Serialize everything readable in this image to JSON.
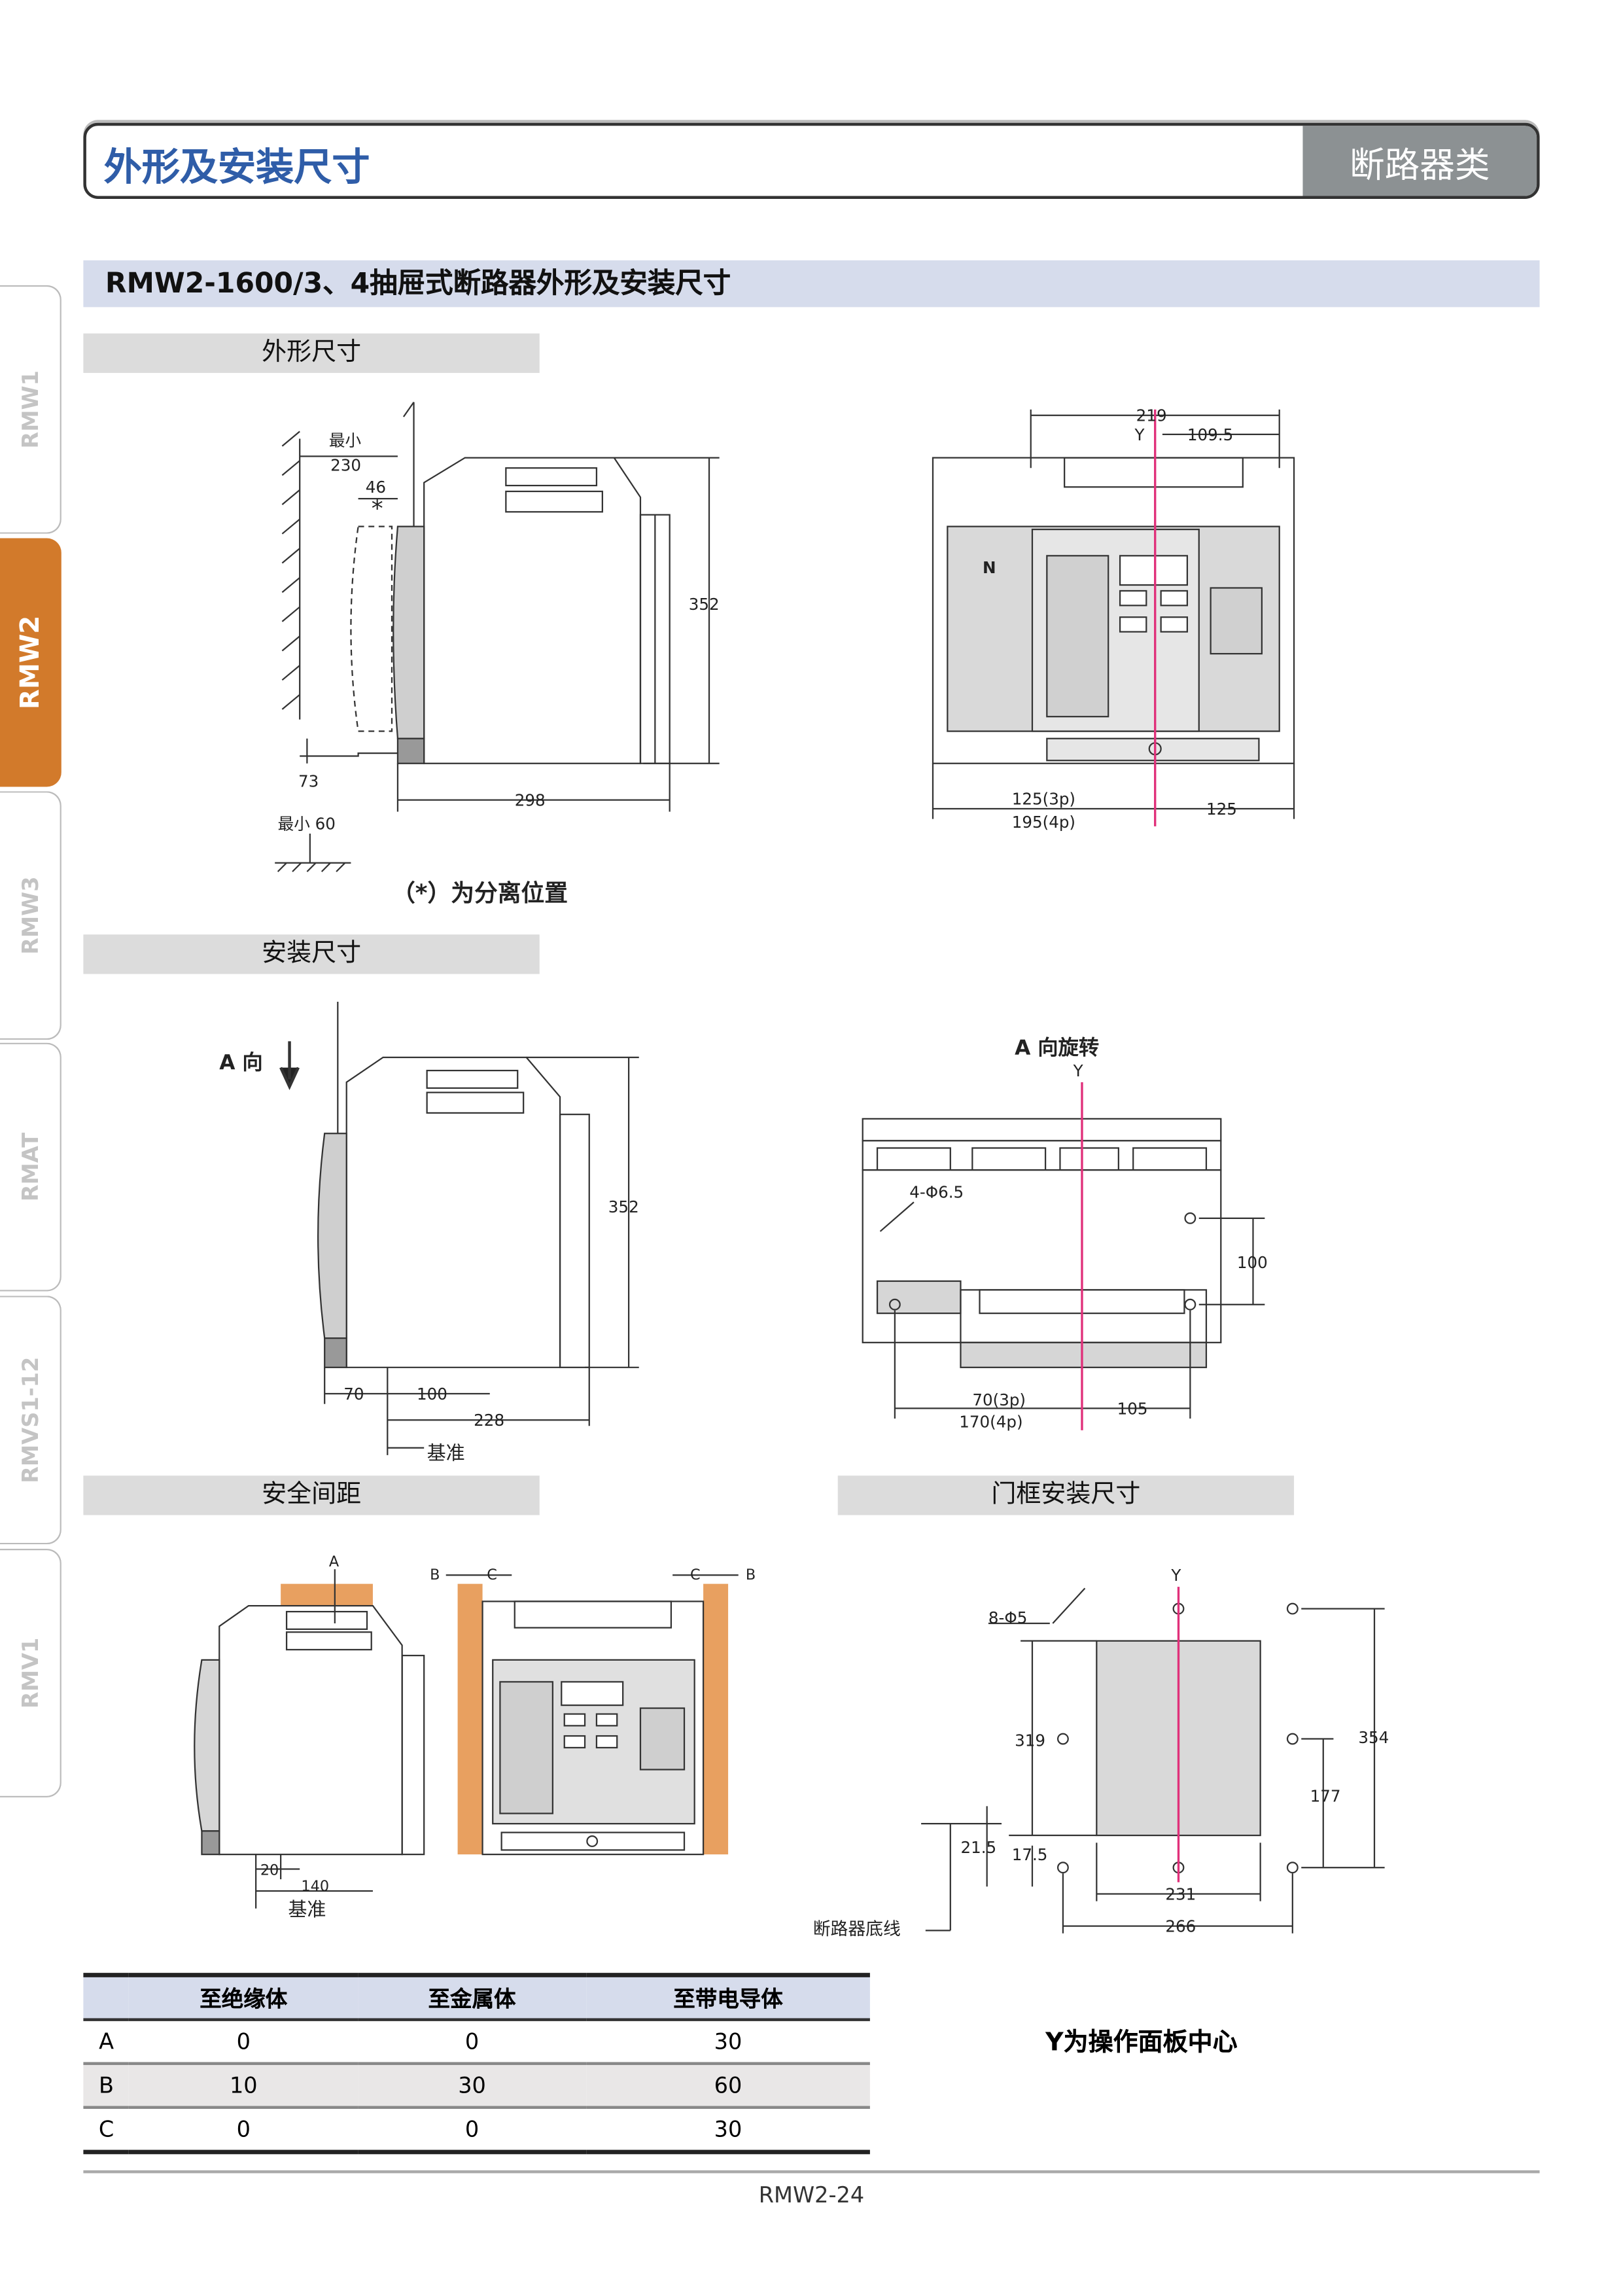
{
  "header": {
    "title": "外形及安装尺寸",
    "category": "断路器类"
  },
  "side_tabs": [
    {
      "label": "RMW1",
      "active": false
    },
    {
      "label": "RMW2",
      "active": true
    },
    {
      "label": "RMW3",
      "active": false
    },
    {
      "label": "RMAT",
      "active": false
    },
    {
      "label": "RMVS1-12",
      "active": false
    },
    {
      "label": "RMV1",
      "active": false
    }
  ],
  "section_title": "RMW2-1600/3、4抽屉式断路器外形及安装尺寸",
  "subheaders": {
    "outline": "外形尺寸",
    "install": "安装尺寸",
    "safety": "安全间距",
    "door": "门框安装尺寸"
  },
  "outline_side": {
    "min_label": "最小",
    "d230": "230",
    "d46": "46",
    "star": "*",
    "d352": "352",
    "d73": "73",
    "min60": "最小 60",
    "d298": "298",
    "note": "（*）为分离位置"
  },
  "outline_front": {
    "d219": "219",
    "y": "Y",
    "d109_5": "109.5",
    "n": "N",
    "d125_3p": "125(3p)",
    "d195_4p": "195(4p)",
    "d125": "125"
  },
  "install_side": {
    "a_dir": "A 向",
    "d352": "352",
    "d70": "70",
    "d100": "100",
    "d228": "228",
    "datum": "基准"
  },
  "install_rot": {
    "title": "A 向旋转",
    "y": "Y",
    "holes": "4-Φ6.5",
    "d100": "100",
    "d70_3p": "70(3p)",
    "d170_4p": "170(4p)",
    "d105": "105"
  },
  "safety": {
    "a": "A",
    "b": "B",
    "c": "C",
    "d20": "20",
    "d140": "140",
    "datum": "基准"
  },
  "door": {
    "y": "Y",
    "holes": "8-Φ5",
    "d319": "319",
    "d354": "354",
    "d177": "177",
    "d21_5": "21.5",
    "d17_5": "17.5",
    "d231": "231",
    "d266": "266",
    "base": "断路器底线"
  },
  "table": {
    "headers": [
      "",
      "至绝缘体",
      "至金属体",
      "至带电导体"
    ],
    "rows": [
      [
        "A",
        "0",
        "0",
        "30"
      ],
      [
        "B",
        "10",
        "30",
        "60"
      ],
      [
        "C",
        "0",
        "0",
        "30"
      ]
    ]
  },
  "y_note": "Y为操作面板中心",
  "page_number": "RMW2-24",
  "colors": {
    "title_blue": "#2f5da8",
    "tab_orange": "#d27a2b",
    "section_bg": "#d6dcec",
    "center_line": "#e0307a",
    "clearance": "#e8a060"
  }
}
